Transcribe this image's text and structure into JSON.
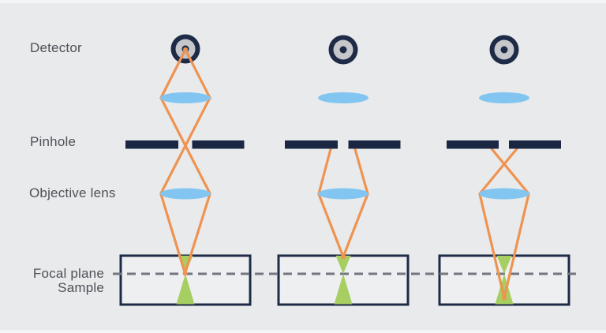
{
  "labels": {
    "detector": "Detector",
    "pinhole": "Pinhole",
    "objective_lens": "Objective lens",
    "focal_plane": "Focal plane",
    "sample": "Sample"
  },
  "colors": {
    "background": "#e8eaec",
    "edge_strip": "#f4f5f7",
    "navy": "#1e2b47",
    "bar_navy": "#1b2742",
    "ray_orange": "#ef9351",
    "lens_blue": "#83c5f1",
    "cone_green": "#a7ce60",
    "detector_inner_gray": "#c6c7ca",
    "dash_gray": "#72767e",
    "text": "#4d5257",
    "box_fill": "#edeff1"
  }
}
